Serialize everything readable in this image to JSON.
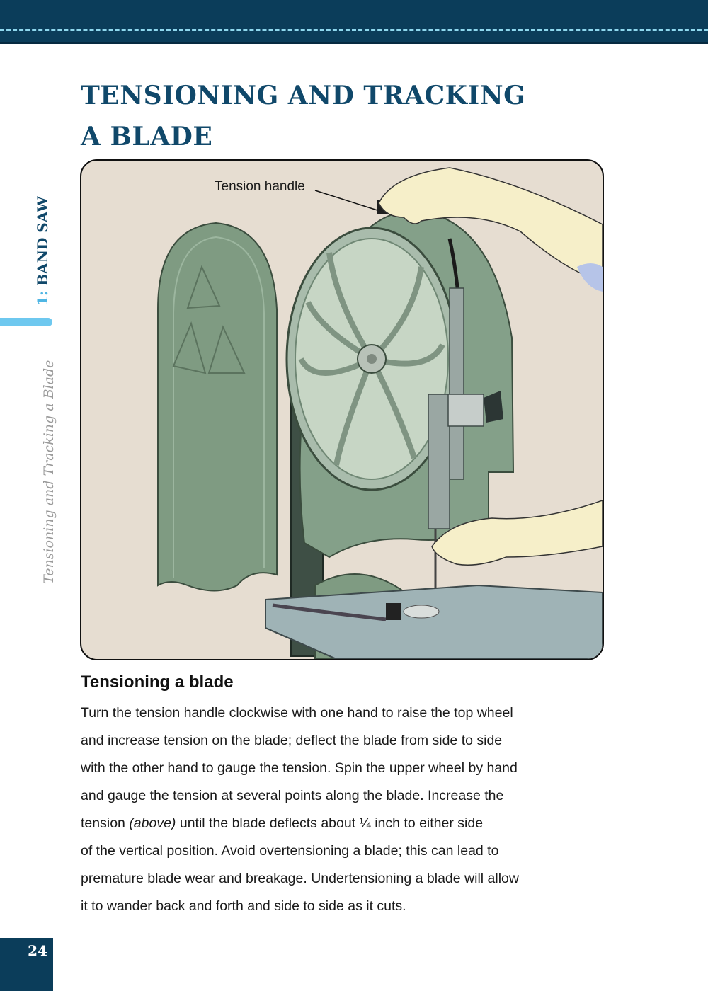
{
  "header": {
    "band_color": "#0b3d5a",
    "stitch_color": "#8fd8ee"
  },
  "page": {
    "title_line1": "TENSIONING AND TRACKING",
    "title_line2": "A BLADE",
    "title_color": "#10486a"
  },
  "side_tab": {
    "chapter_number": "1:",
    "chapter_name": "BAND SAW",
    "section_name": "Tensioning and Tracking a Blade",
    "accent_color": "#6ec8ef"
  },
  "figure": {
    "callout_label": "Tension handle",
    "description": "Illustration of a band saw with open wheel cover; one hand turns the tension handle at top while the other deflects the blade above the table"
  },
  "section": {
    "heading": "Tensioning a blade",
    "lines": [
      "Turn the tension handle clockwise with one hand to raise the top wheel",
      "and increase tension on the blade; deflect the blade from side to side",
      "with the other hand to gauge the tension. Spin the upper wheel by hand",
      "and gauge the tension at several points along the blade. Increase the",
      "tension ",
      "(above)",
      " until the blade deflects about ¼ inch to either side",
      "of the vertical position. Avoid overtensioning a blade; this can lead to",
      "premature blade wear and breakage. Undertensioning a blade will allow",
      "it to wander back and forth and side to side as it cuts."
    ]
  },
  "footer": {
    "page_number": "24"
  }
}
